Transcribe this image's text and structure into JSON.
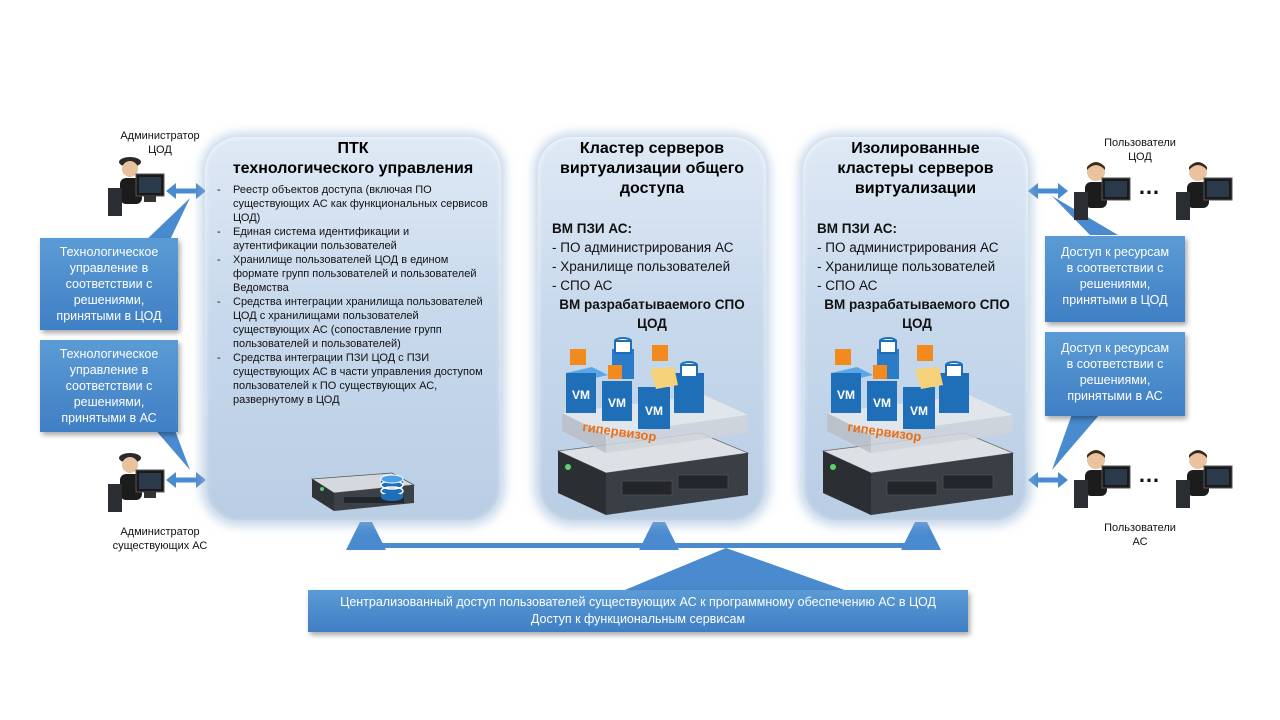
{
  "panels": {
    "ptk": {
      "title_line1": "ПТК",
      "title_line2": "технологического управления",
      "items": [
        "Реестр объектов доступа (включая ПО существующих АС как функциональных сервисов ЦОД)",
        "Единая система идентификации и аутентификации пользователей",
        "Хранилище пользователей ЦОД в едином формате групп пользователей и пользователей Ведомства",
        "Средства интеграции хранилища пользователей ЦОД с хранилищами пользователей существующих АС (сопоставление групп пользователей и пользователей)",
        "Средства интеграции ПЗИ ЦОД с ПЗИ существующих АС в части управления доступом пользователей к ПО существующих АС, развернутому в ЦОД"
      ]
    },
    "cluster": {
      "title_line1": "Кластер серверов",
      "title_line2": "виртуализации общего",
      "title_line3": "доступа",
      "vm_pzi": "ВМ ПЗИ АС:",
      "lines": [
        "- ПО администрирования АС",
        "- Хранилище пользователей",
        "- СПО АС"
      ],
      "vm_dev_line1": "ВМ разрабатываемого СПО",
      "vm_dev_line2": "ЦОД",
      "hypervisor": "гипервизор",
      "vm_label": "VM"
    },
    "isolated": {
      "title_line1": "Изолированные",
      "title_line2": "кластеры серверов",
      "title_line3": "виртуализации",
      "vm_pzi": "ВМ ПЗИ АС:",
      "lines": [
        "- ПО администрирования АС",
        "- Хранилище пользователей",
        "- СПО АС"
      ],
      "vm_dev_line1": "ВМ разрабатываемого СПО",
      "vm_dev_line2": "ЦОД",
      "hypervisor": "гипервизор",
      "vm_label": "VM"
    }
  },
  "left": {
    "admin_cod": {
      "line1": "Администратор",
      "line2": "ЦОД"
    },
    "admin_as": {
      "line1": "Администратор",
      "line2": "существующих АС"
    },
    "callout1": [
      "Технологическое",
      "управление в",
      "соответствии с",
      "решениями,",
      "принятыми в ЦОД"
    ],
    "callout2": [
      "Технологическое",
      "управление в",
      "соответствии с",
      "решениями,",
      "принятыми в АС"
    ]
  },
  "right": {
    "users_cod": {
      "line1": "Пользователи",
      "line2": "ЦОД"
    },
    "users_as": {
      "line1": "Пользователи",
      "line2": "АС"
    },
    "dots": "…",
    "callout1": [
      "Доступ к ресурсам",
      "в соответствии с",
      "решениями,",
      "принятыми в ЦОД"
    ],
    "callout2": [
      "Доступ к ресурсам",
      "в соответствии с",
      "решениями,",
      "принятыми в АС"
    ]
  },
  "bottom": {
    "line1": "Централизованный доступ пользователей существующих АС к программному обеспечению АС в ЦОД",
    "line2": "Доступ к функциональным сервисам"
  },
  "colors": {
    "accent": "#4a8bd0",
    "panel": "#c8d9ec",
    "hypervisor_text": "#e8701a",
    "vm_blue": "#1f6fb8",
    "icon_orange": "#f28a1e"
  }
}
